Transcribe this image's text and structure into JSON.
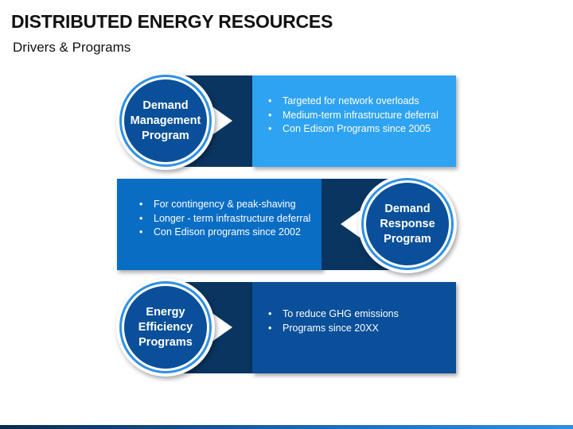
{
  "header": {
    "title": "DISTRIBUTED ENERGY RESOURCES",
    "subtitle": "Drivers & Programs"
  },
  "colors": {
    "dark_navy": "#0a3560",
    "circle_fill": "#0a4f99",
    "circle_ring": "#2e8fe5",
    "panel_light_blue": "#2ea3f2",
    "panel_medium_blue": "#0a6dc4",
    "panel_dark_blue": "#0a4f99"
  },
  "programs": [
    {
      "label": "Demand\nManagement\nProgram",
      "bullets": [
        "Targeted for network overloads",
        "Medium-term infrastructure deferral",
        "Con Edison Programs since 2005"
      ]
    },
    {
      "label": "Demand\nResponse\nProgram",
      "bullets": [
        "For contingency & peak-shaving",
        "Longer - term infrastructure deferral",
        "Con Edison programs since 2002"
      ]
    },
    {
      "label": "Energy\nEfficiency\nPrograms",
      "bullets": [
        "To reduce GHG emissions",
        "Programs since 20XX"
      ]
    }
  ]
}
